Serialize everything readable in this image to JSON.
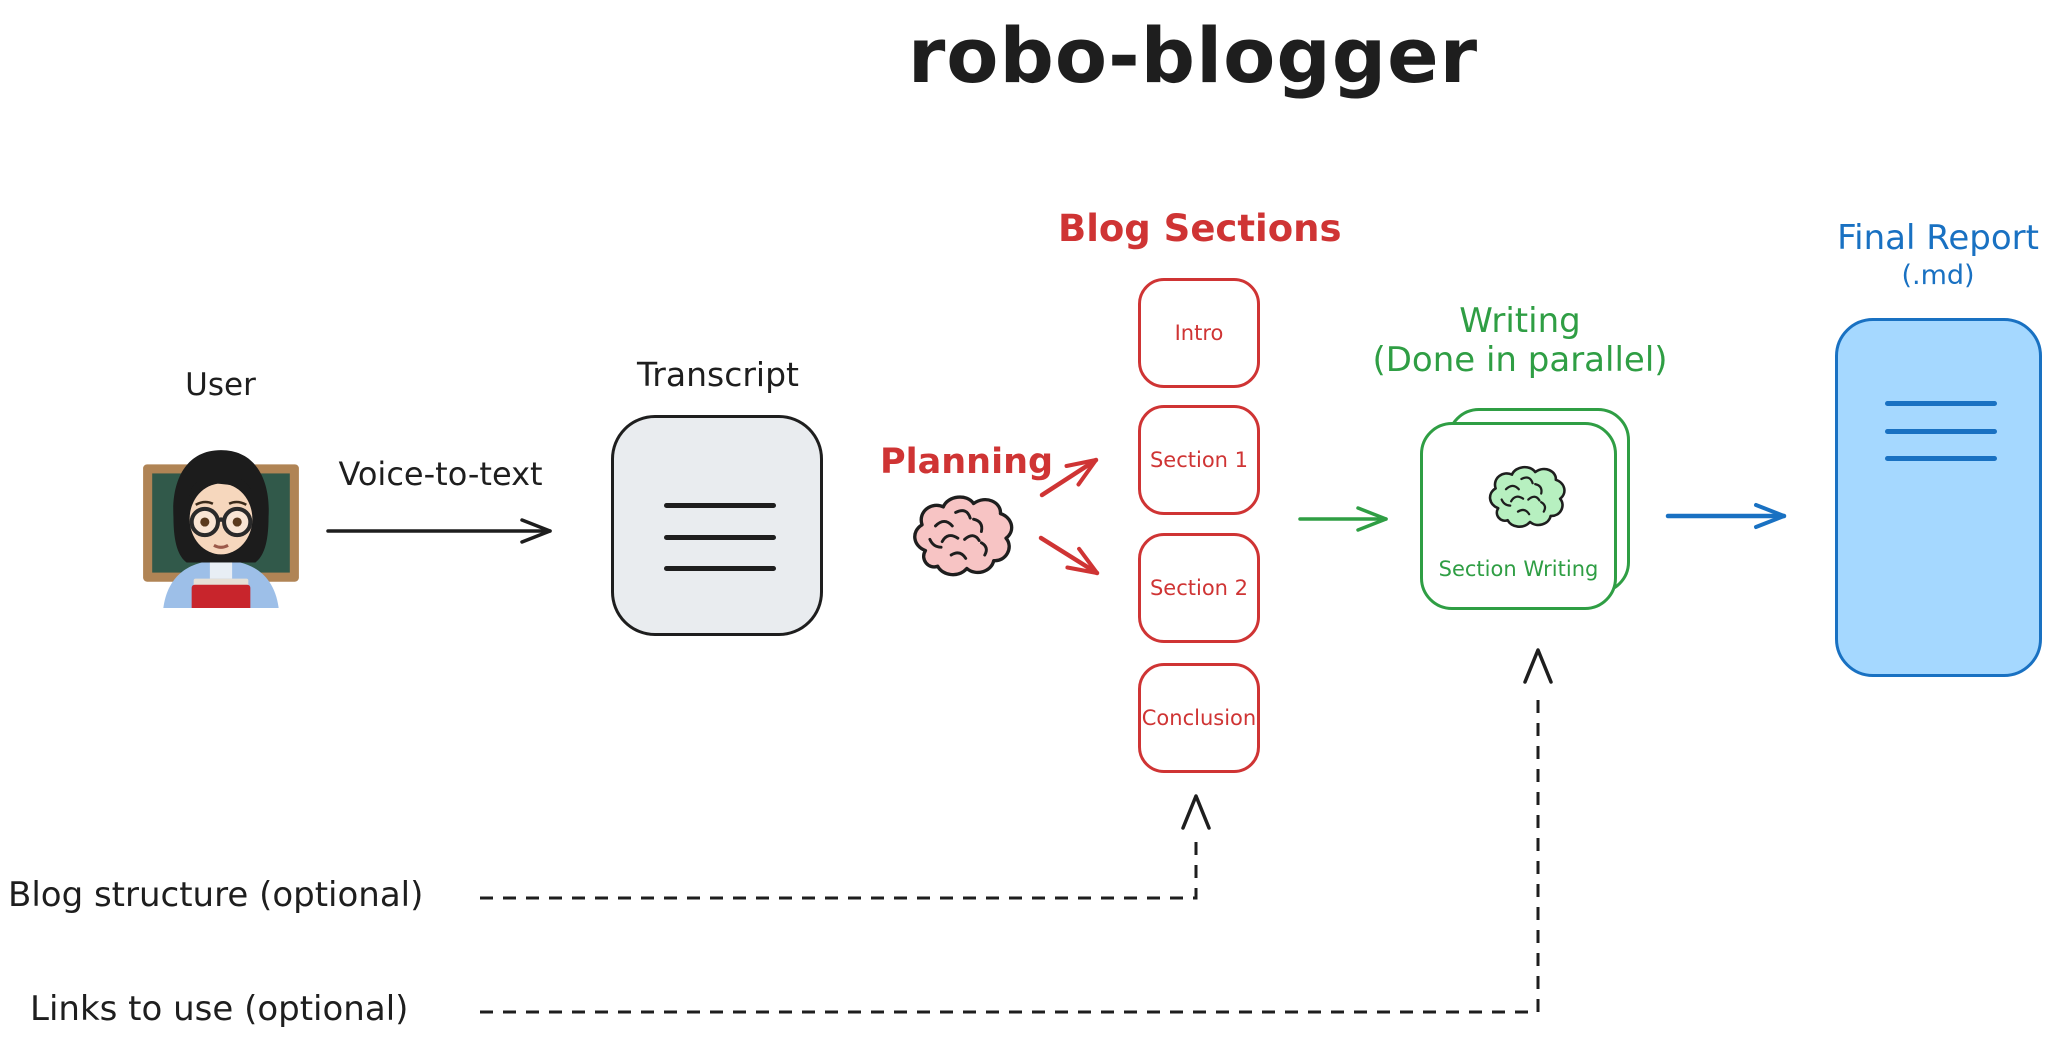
{
  "title": "robo-blogger",
  "palette": {
    "ink": "#1e1e1e",
    "red": "#cf3434",
    "green": "#2f9e44",
    "blue": "#1971c2",
    "report_fill": "#a5d8ff",
    "transcript_fill": "#e9ecef"
  },
  "user": {
    "label": "User",
    "icon": "woman-teacher-emoji"
  },
  "voice_to_text": {
    "label": "Voice-to-text"
  },
  "transcript": {
    "label": "Transcript",
    "icon": "document-lines"
  },
  "planning": {
    "label": "Planning",
    "icon": "brain"
  },
  "blog_sections": {
    "title": "Blog Sections",
    "items": [
      {
        "label": "Intro"
      },
      {
        "label": "Section 1"
      },
      {
        "label": "Section 2"
      },
      {
        "label": "Conclusion"
      }
    ]
  },
  "writing": {
    "title_line1": "Writing",
    "title_line2": "(Done in parallel)",
    "card_label": "Section Writing",
    "icon": "brain"
  },
  "final_report": {
    "title_line1": "Final Report",
    "title_line2": "(.md)"
  },
  "optional_inputs": {
    "blog_structure": {
      "label": "Blog structure (optional)"
    },
    "links_to_use": {
      "label": "Links to use (optional)"
    }
  }
}
